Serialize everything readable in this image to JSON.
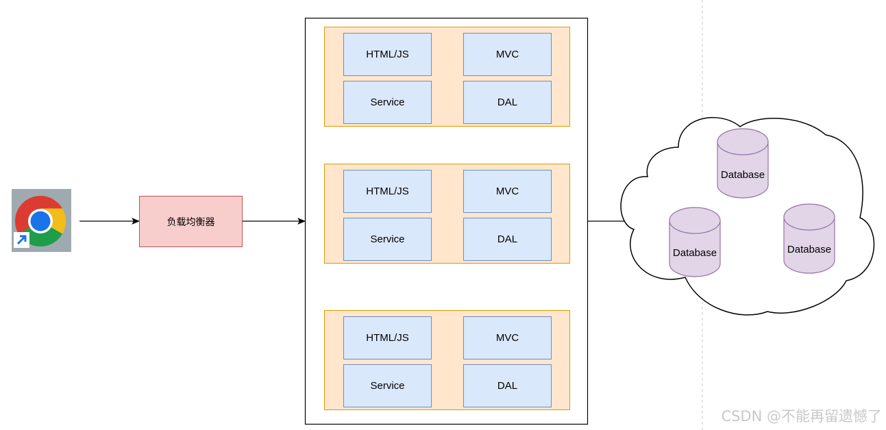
{
  "load_balancer": {
    "label": "负载均衡器"
  },
  "server_tiers": [
    {
      "layers": [
        "HTML/JS",
        "MVC",
        "Service",
        "DAL"
      ]
    },
    {
      "layers": [
        "HTML/JS",
        "MVC",
        "Service",
        "DAL"
      ]
    },
    {
      "layers": [
        "HTML/JS",
        "MVC",
        "Service",
        "DAL"
      ]
    }
  ],
  "database_cloud": {
    "databases": [
      "Database",
      "Database",
      "Database"
    ]
  },
  "watermark": "CSDN @不能再留遗憾了",
  "colors": {
    "layer_fill": "#dae8fc",
    "layer_stroke": "#6c8ebf",
    "tier_fill": "#ffe6cc",
    "tier_stroke": "#d79b00",
    "lb_fill": "#f8cecc",
    "lb_stroke": "#b85450",
    "db_fill": "#e1d5e7",
    "db_stroke": "#9673a6"
  },
  "icons": {
    "client": "chrome-shortcut-icon"
  }
}
